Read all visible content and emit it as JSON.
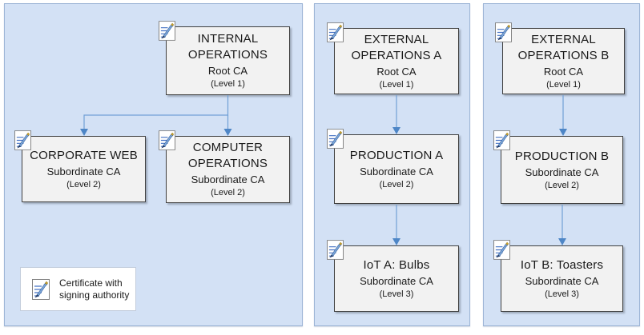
{
  "diagram": {
    "description": "Certificate authority hierarchy diagram",
    "legend": {
      "label": "Certificate with\nsigning authority",
      "icon": "certificate-signing-icon"
    },
    "node_icon": "certificate-signing-icon",
    "colors": {
      "panel_fill": "#d3e1f5",
      "panel_border": "#9db5d6",
      "node_fill": "#f2f2f2",
      "node_border": "#404040",
      "connector_line": "#71a0d6",
      "arrowhead": "#4e86c6",
      "pen_blue": "#7da7d8",
      "pen_dark": "#1f3864"
    },
    "panels": [
      {
        "name": "internal-operations",
        "nodes": [
          {
            "title": "INTERNAL\nOPERATIONS",
            "subtitle": "Root CA",
            "level": "(Level 1)"
          },
          {
            "title": "CORPORATE WEB",
            "subtitle": "Subordinate CA",
            "level": "(Level 2)"
          },
          {
            "title": "COMPUTER\nOPERATIONS",
            "subtitle": "Subordinate CA",
            "level": "(Level 2)"
          }
        ]
      },
      {
        "name": "external-operations-a",
        "nodes": [
          {
            "title": "EXTERNAL\nOPERATIONS A",
            "subtitle": "Root CA",
            "level": "(Level 1)"
          },
          {
            "title": "PRODUCTION A",
            "subtitle": "Subordinate CA",
            "level": "(Level 2)"
          },
          {
            "title": "IoT A: Bulbs",
            "subtitle": "Subordinate CA",
            "level": "(Level 3)"
          }
        ]
      },
      {
        "name": "external-operations-b",
        "nodes": [
          {
            "title": "EXTERNAL\nOPERATIONS B",
            "subtitle": "Root CA",
            "level": "(Level 1)"
          },
          {
            "title": "PRODUCTION B",
            "subtitle": "Subordinate CA",
            "level": "(Level 2)"
          },
          {
            "title": "IoT B: Toasters",
            "subtitle": "Subordinate CA",
            "level": "(Level 3)"
          }
        ]
      }
    ]
  }
}
